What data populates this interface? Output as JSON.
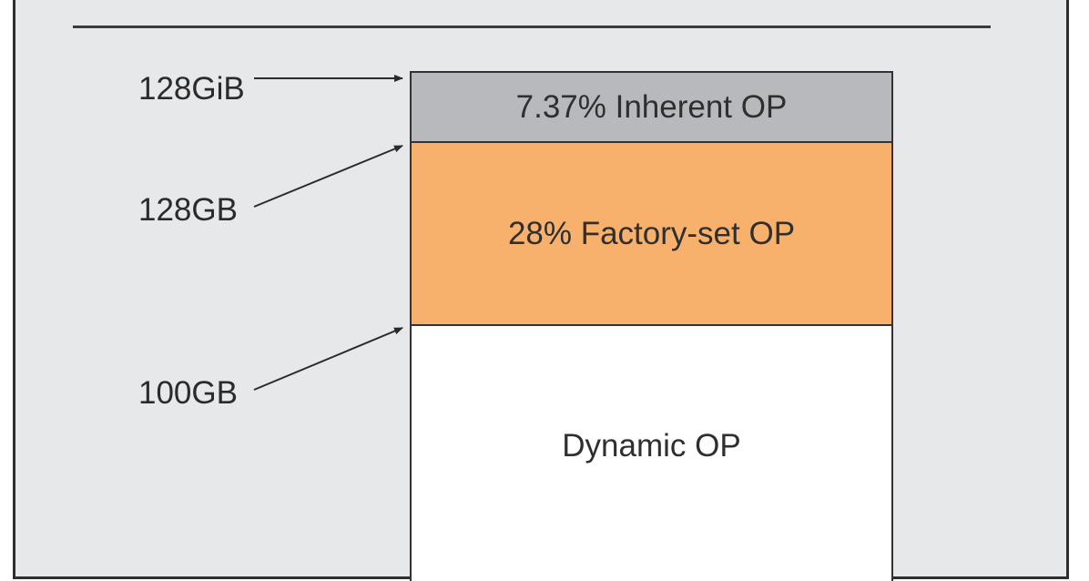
{
  "diagram": {
    "segments": [
      {
        "label": "7.37% Inherent OP",
        "color": "#b8b9bd"
      },
      {
        "label": "28% Factory-set OP",
        "color": "#f7b16d"
      },
      {
        "label": "Dynamic OP",
        "color": "#ffffff"
      }
    ],
    "capacity_markers": [
      {
        "label": "128GiB"
      },
      {
        "label": "128GB"
      },
      {
        "label": "100GB"
      }
    ]
  }
}
